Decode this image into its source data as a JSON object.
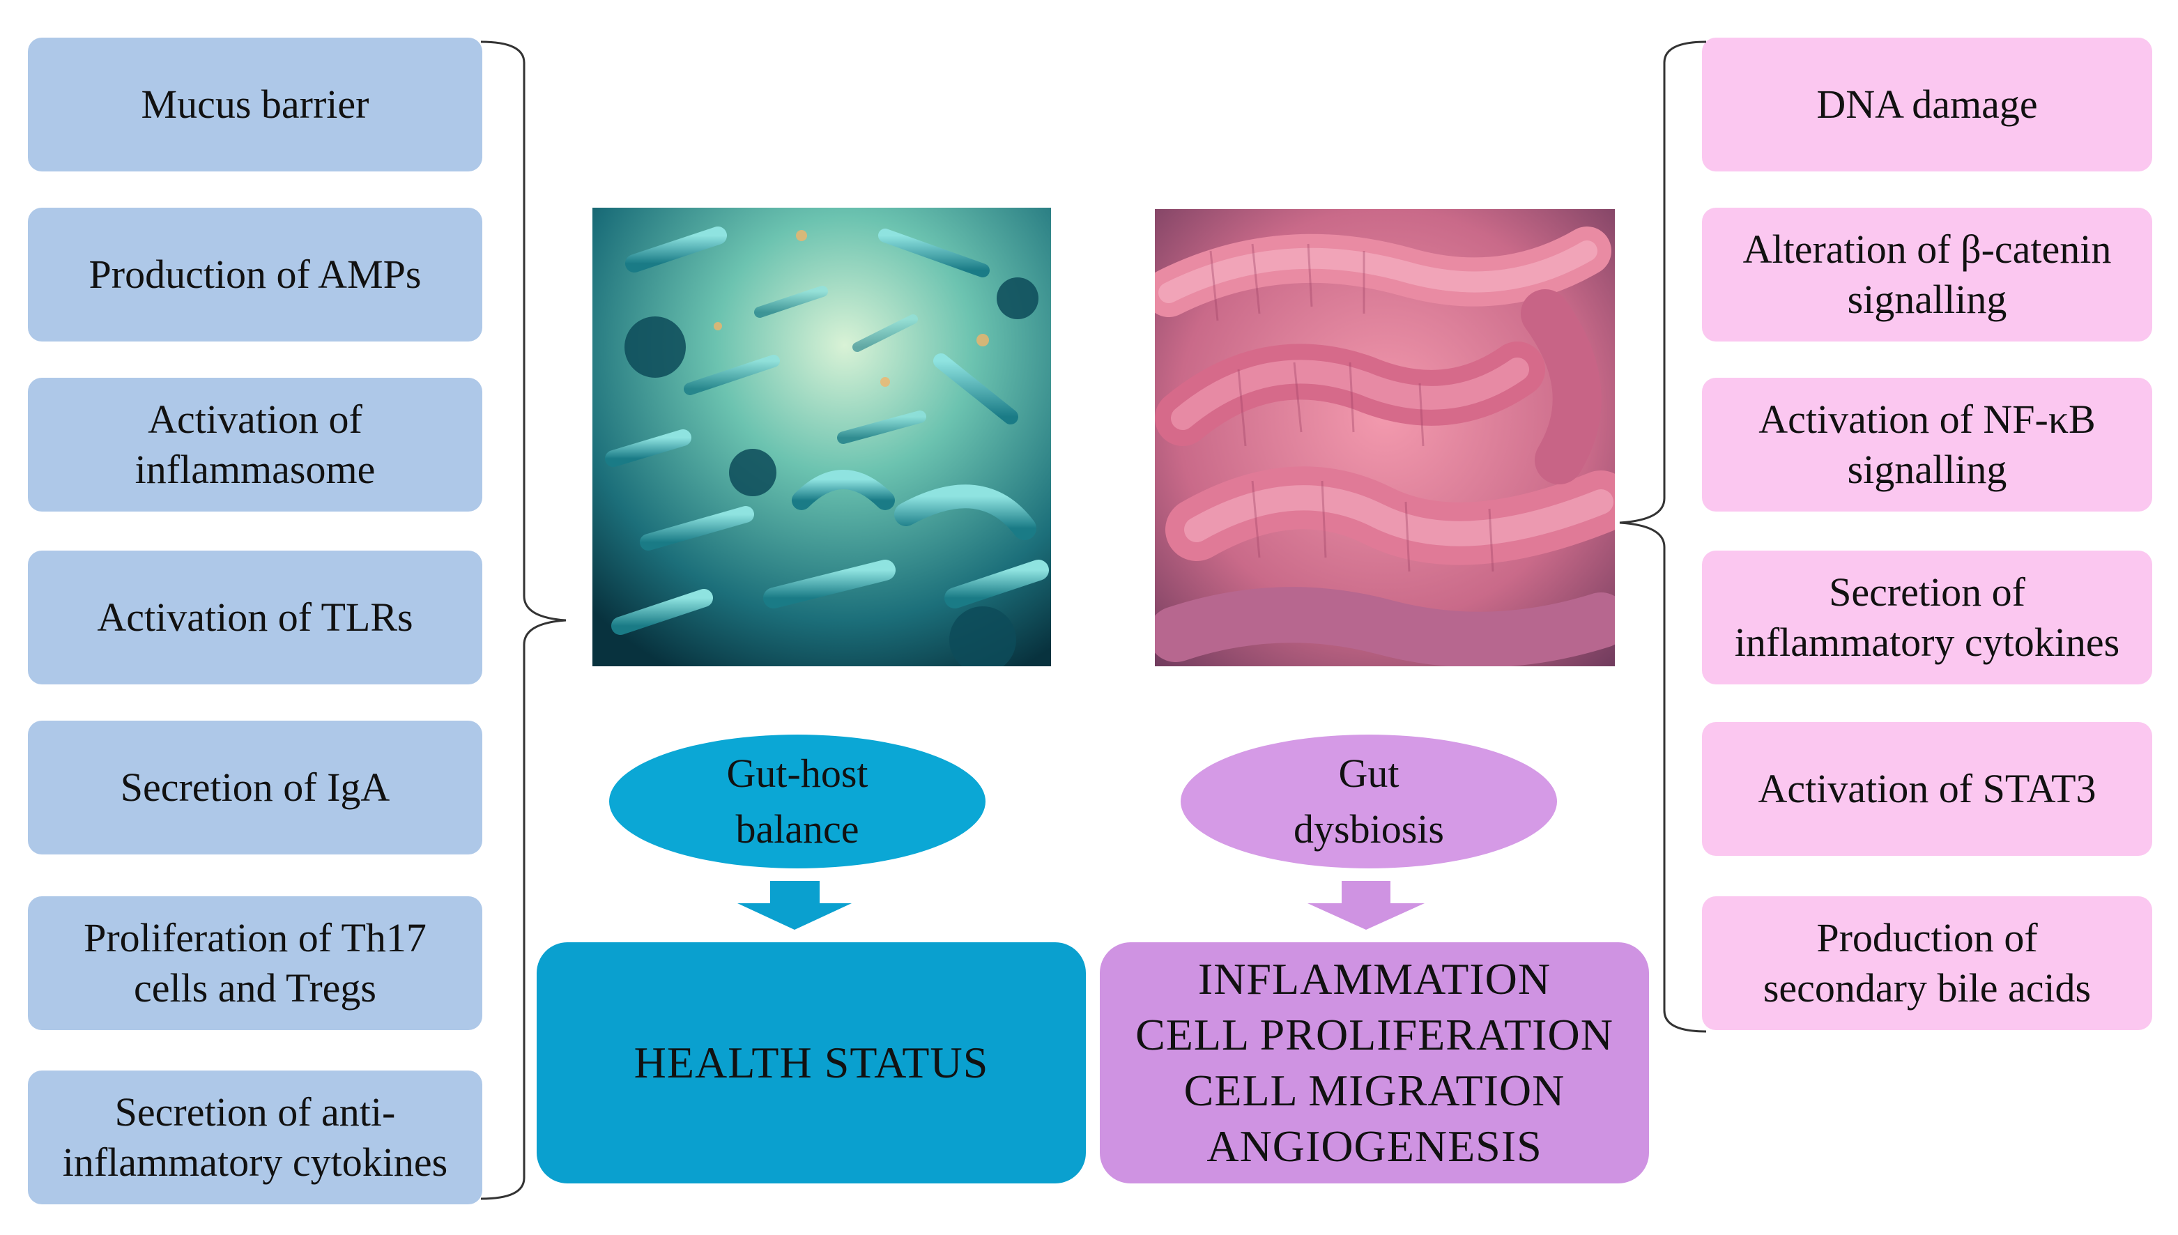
{
  "left_factors": [
    {
      "lines": [
        "Mucus barrier"
      ]
    },
    {
      "lines": [
        "Production of AMPs"
      ]
    },
    {
      "lines": [
        "Activation of",
        "inflammasome"
      ]
    },
    {
      "lines": [
        "Activation of TLRs"
      ]
    },
    {
      "lines": [
        "Secretion of IgA"
      ]
    },
    {
      "lines": [
        "Proliferation of Th17",
        "cells and Tregs"
      ]
    },
    {
      "lines": [
        "Secretion of anti-",
        "inflammatory cytokines"
      ]
    }
  ],
  "right_factors": [
    {
      "lines": [
        "DNA damage"
      ]
    },
    {
      "lines": [
        "Alteration of β-catenin",
        "signalling"
      ]
    },
    {
      "lines": [
        "Activation of NF-κB",
        "signalling"
      ]
    },
    {
      "lines": [
        "Secretion of",
        "inflammatory cytokines"
      ]
    },
    {
      "lines": [
        "Activation of STAT3"
      ]
    },
    {
      "lines": [
        "Production of",
        "secondary bile acids"
      ]
    }
  ],
  "healthy": {
    "ellipse_lines": [
      "Gut-host",
      "balance"
    ],
    "outcome_lines": [
      "HEALTH STATUS"
    ],
    "color": "#0aa0cf",
    "ellipse_color": "#0ba7d5"
  },
  "dysbiosis": {
    "ellipse_lines": [
      "Gut",
      "dysbiosis"
    ],
    "outcome_lines": [
      "INFLAMMATION",
      "CELL PROLIFERATION",
      "CELL MIGRATION",
      "ANGIOGENESIS"
    ],
    "color": "#cf93e2",
    "ellipse_color": "#d59ae6"
  },
  "colors": {
    "left_box": "#aec8e8",
    "right_box": "#fbc7f0"
  }
}
